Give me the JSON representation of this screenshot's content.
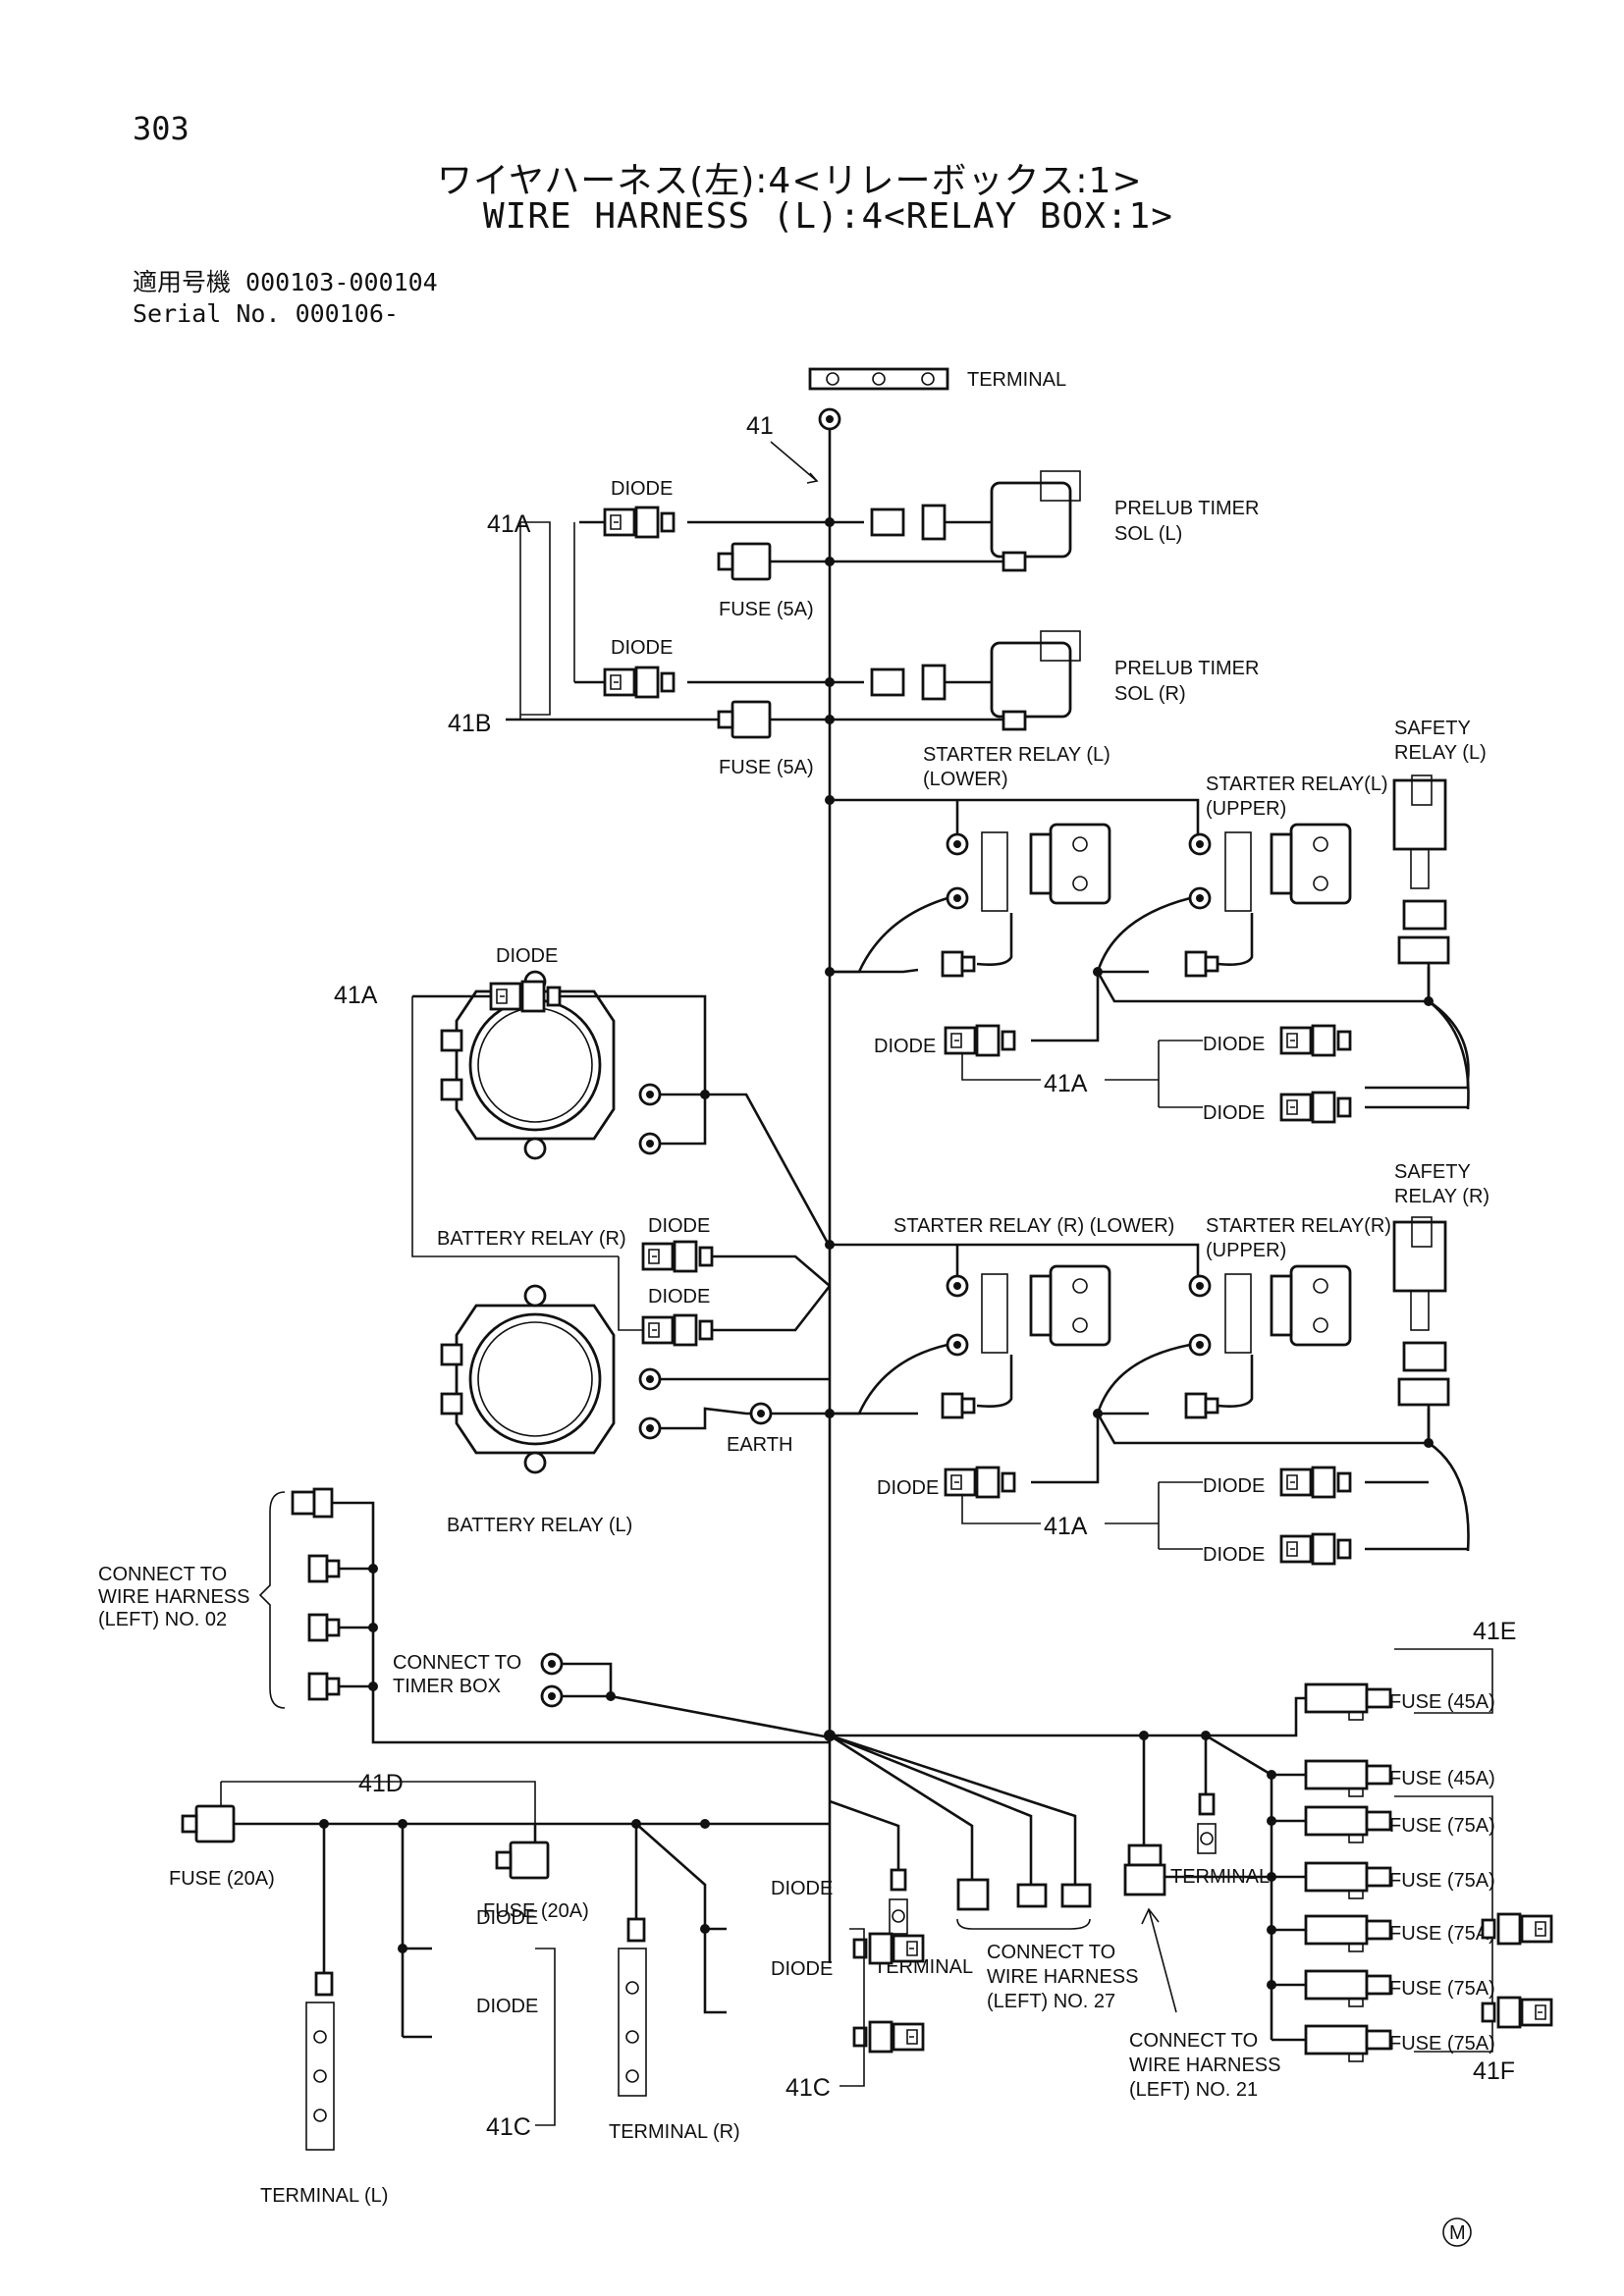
{
  "header": {
    "page_number": "303",
    "title_jp": "ワイヤハーネス(左):4<リレーボックス:1>",
    "title_en": "WIRE HARNESS (L):4<RELAY BOX:1>",
    "serial_line_1": "適用号機  000103-000104",
    "serial_line_2": "Serial No.  000106-"
  },
  "labels": {
    "terminal_top": "TERMINAL",
    "n41": "41",
    "n41A": "41A",
    "n41B": "41B",
    "n41C": "41C",
    "n41D": "41D",
    "n41E": "41E",
    "n41F": "41F",
    "diode": "DIODE",
    "fuse_5a": "FUSE (5A)",
    "fuse_20a": "FUSE (20A)",
    "fuse_45a": "FUSE (45A)",
    "fuse_75a": "FUSE (75A)",
    "prelub_timer": "PRELUB TIMER",
    "sol_l": "SOL (L)",
    "sol_r": "SOL (R)",
    "starter_relay_l": "STARTER RELAY (L)",
    "lower": "(LOWER)",
    "starter_relay_l_upper": "STARTER RELAY(L)",
    "upper": "(UPPER)",
    "safety": "SAFETY",
    "relay_l": "RELAY (L)",
    "relay_r": "RELAY (R)",
    "battery_relay_r": "BATTERY RELAY (R)",
    "battery_relay_l": "BATTERY RELAY (L)",
    "starter_relay_r_lower": "STARTER RELAY (R) (LOWER)",
    "starter_relay_r_upper": "STARTER RELAY(R)",
    "earth": "EARTH",
    "connect_to": "CONNECT TO",
    "wire_harness": "WIRE HARNESS",
    "left_no_02": "(LEFT) NO. 02",
    "left_no_27": "(LEFT) NO. 27",
    "left_no_21": "(LEFT) NO. 21",
    "timer_box": "TIMER BOX",
    "terminal": "TERMINAL",
    "terminal_l": "TERMINAL (L)",
    "terminal_r": "TERMINAL (R)",
    "mark_m": "M"
  }
}
